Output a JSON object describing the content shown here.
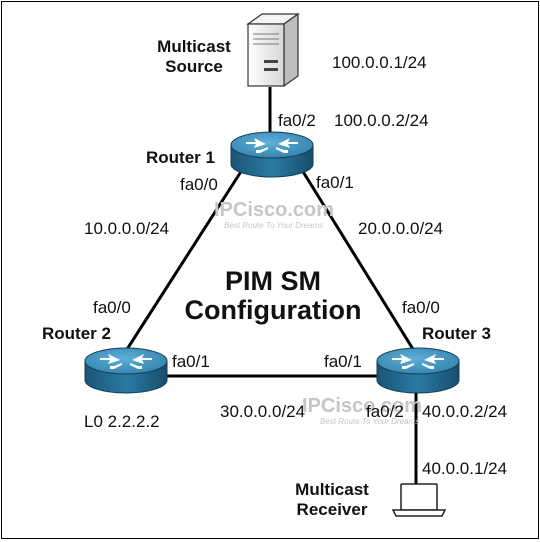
{
  "diagram": {
    "title_line1": "PIM SM",
    "title_line2": "Configuration",
    "watermark": {
      "brand": "IPCisco.com",
      "tagline": "Best Route To Your Dreams"
    },
    "nodes": {
      "source": {
        "name_line1": "Multicast",
        "name_line2": "Source",
        "ip": "100.0.0.1/24"
      },
      "router1": {
        "name": "Router 1"
      },
      "router2": {
        "name": "Router 2",
        "loopback": "L0 2.2.2.2"
      },
      "router3": {
        "name": "Router 3"
      },
      "receiver": {
        "name_line1": "Multicast",
        "name_line2": "Receiver",
        "ip": "40.0.0.1/24"
      }
    },
    "interfaces": {
      "r1_fa02": "fa0/2",
      "r1_fa02_ip": "100.0.0.2/24",
      "r1_fa00": "fa0/0",
      "r1_fa01": "fa0/1",
      "r2_fa00": "fa0/0",
      "r2_fa01": "fa0/1",
      "r3_fa00": "fa0/0",
      "r3_fa01": "fa0/1",
      "r3_fa02": "fa0/2",
      "r3_fa02_ip": "40.0.0.2/24"
    },
    "networks": {
      "r1_r2": "10.0.0.0/24",
      "r1_r3": "20.0.0.0/24",
      "r2_r3": "30.0.0.0/24"
    },
    "colors": {
      "router_top": "#3f8fb8",
      "router_side": "#1e5f82",
      "link": "#000000",
      "server": "#e8e8e8"
    }
  }
}
